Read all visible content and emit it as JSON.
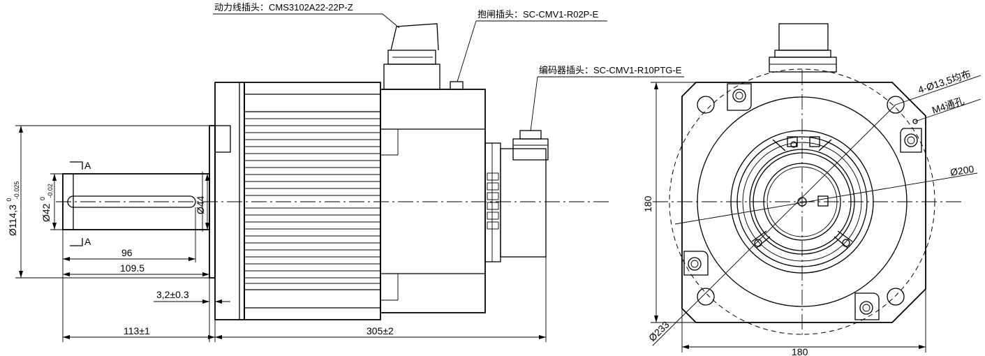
{
  "connectors": {
    "power": "动力线插头：CMS3102A22-22P-Z",
    "brake": "抱闸插头：SC-CMV1-R02P-E",
    "encoder": "编码器插头：SC-CMV1-R10PTG-E"
  },
  "side_view": {
    "flange_dia_main": "Ø114,3",
    "flange_dia_upper": "0",
    "flange_dia_lower": "-0.025",
    "shaft_dia_main": "Ø42",
    "shaft_dia_upper": "0",
    "shaft_dia_lower": "-0.02",
    "shaft_step_dia": "Ø44",
    "section_label_top": "A",
    "section_label_bottom": "A",
    "keyway_length": "96",
    "shaft_length": "109.5",
    "flange_step": "3,2±0.3",
    "shaft_extension": "113±1",
    "body_length": "305±2"
  },
  "front_view": {
    "holes": "4-Ø13,5均布",
    "threaded": "M4通孔",
    "pitch_circle": "Ø200",
    "outer_circle": "Ø233",
    "height": "180",
    "width": "180"
  }
}
